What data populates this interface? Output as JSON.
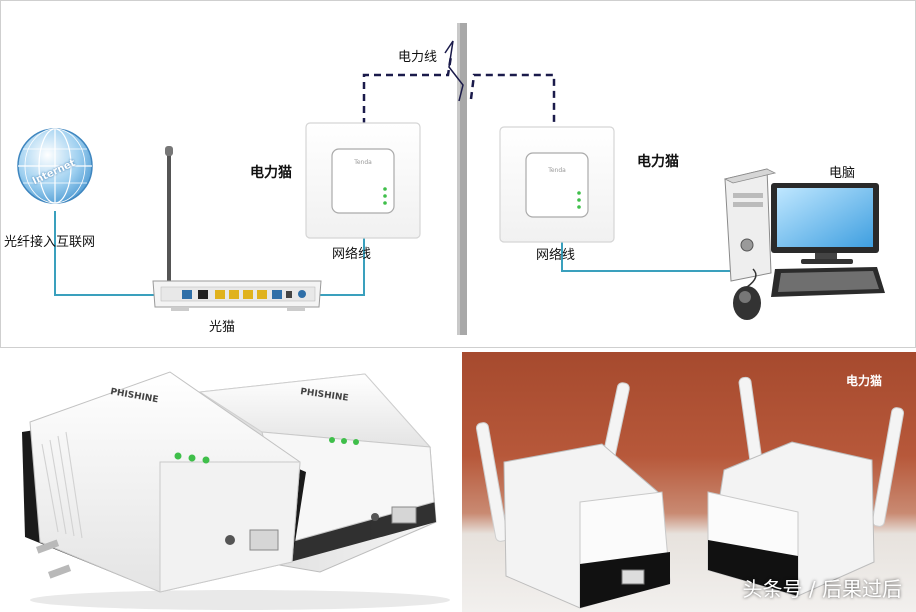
{
  "diagram": {
    "internet_globe_text": "Internet",
    "fiber_label": "光纤接入互联网",
    "modem_label": "光猫",
    "plc_left_label": "电力猫",
    "plc_right_label": "电力猫",
    "powerline_label": "电力线",
    "lan_left_label": "网络线",
    "lan_right_label": "网络线",
    "computer_label": "电脑",
    "device_brand": "Tenda"
  },
  "photo_left": {
    "device_brand": "PHISHINE"
  },
  "photo_right": {
    "caption": "电力猫",
    "watermark": "头条号 / 后果过后"
  },
  "colors": {
    "cable": "#3aa0bd",
    "powerline": "#1a1a4a",
    "wall": "#a8a8a8",
    "photo_bg": "#b7583a",
    "led": "#3fbf4a"
  }
}
